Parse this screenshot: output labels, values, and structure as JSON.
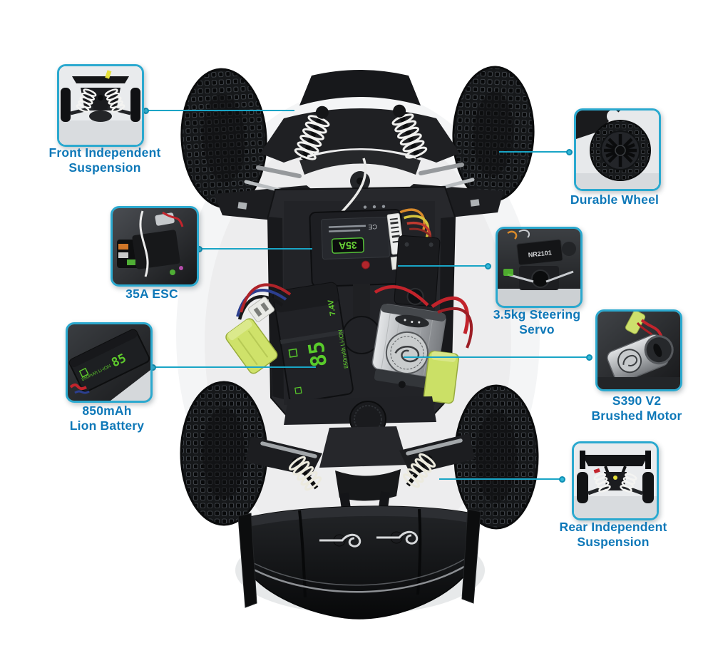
{
  "title": "RC buggy chassis feature callout diagram",
  "colors": {
    "label_blue": "#0e78b8",
    "line_teal": "#19a5c6",
    "inset_border": "#2ba9cf",
    "esc_green": "#68d236",
    "battery_green": "#5ecb2c",
    "connector_green": "#cfe26a",
    "wire_red": "#c2232b",
    "spring_white": "#f1f1ef",
    "motor_silver": "#c9cccd"
  },
  "callouts": [
    {
      "id": "front-suspension",
      "line1": "Front Independent",
      "line2": "Suspension"
    },
    {
      "id": "durable-wheel",
      "line1": "Durable Wheel",
      "line2": ""
    },
    {
      "id": "esc",
      "line1": "35A ESC",
      "line2": ""
    },
    {
      "id": "steering-servo",
      "line1": "3.5kg Steering",
      "line2": "Servo"
    },
    {
      "id": "battery",
      "line1": "850mAh",
      "line2": "Lion Battery"
    },
    {
      "id": "motor",
      "line1": "S390 V2",
      "line2": "Brushed Motor"
    },
    {
      "id": "rear-suspension",
      "line1": "Rear Independent",
      "line2": "Suspension"
    }
  ],
  "photo_text": {
    "esc_rating": "35A",
    "esc_ce_mark": "CE",
    "receiver_model": "NR2101",
    "battery_voltage": "7.4V",
    "battery_capacity": "850mAh Li-ION",
    "battery_display": "85"
  }
}
